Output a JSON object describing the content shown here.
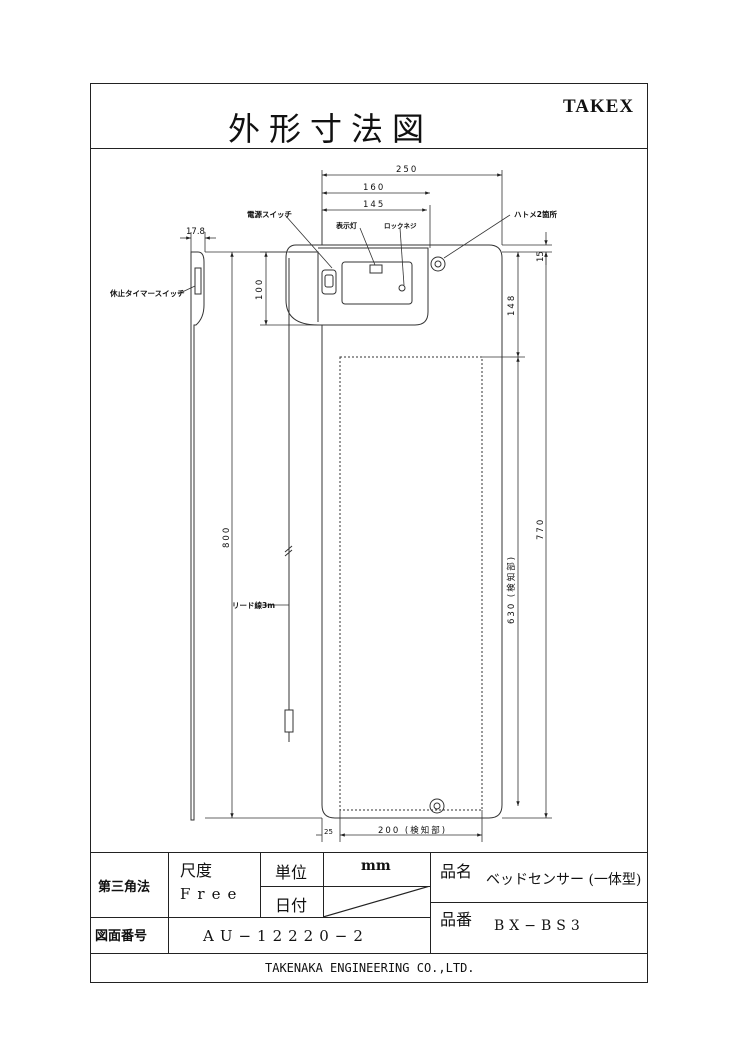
{
  "header": {
    "title": "外形寸法図",
    "brand": "TAKEX"
  },
  "dimensions": {
    "overall_width": "250",
    "width_160": "160",
    "width_145": "145",
    "side_thickness": "17.8",
    "top_offset": "15",
    "box_height": "100",
    "upper_gap": "148",
    "total_height": "800",
    "sensor_length": "770",
    "detect_length": "630 (検知部)",
    "bottom_margin": "25",
    "detect_width": "200 (検知部)"
  },
  "callouts": {
    "power_switch": "電源スイッチ",
    "indicator": "表示灯",
    "lock_screw": "ロックネジ",
    "grommet": "ハトメ2箇所",
    "pause_timer_switch": "休止タイマースイッチ",
    "lead_wire": "リード線3m"
  },
  "title_block": {
    "projection": "第三角法",
    "scale_label": "尺度",
    "scale_value": "Free",
    "unit_label": "単位",
    "unit_value": "mm",
    "date_label": "日付",
    "product_name_label": "品名",
    "product_name": "ベッドセンサー (一体型)",
    "product_no_label": "品番",
    "product_no": "BX−BS3",
    "drawing_no_label": "図面番号",
    "drawing_no": "AU−12220−2",
    "company": "TAKENAKA ENGINEERING CO.,LTD."
  }
}
